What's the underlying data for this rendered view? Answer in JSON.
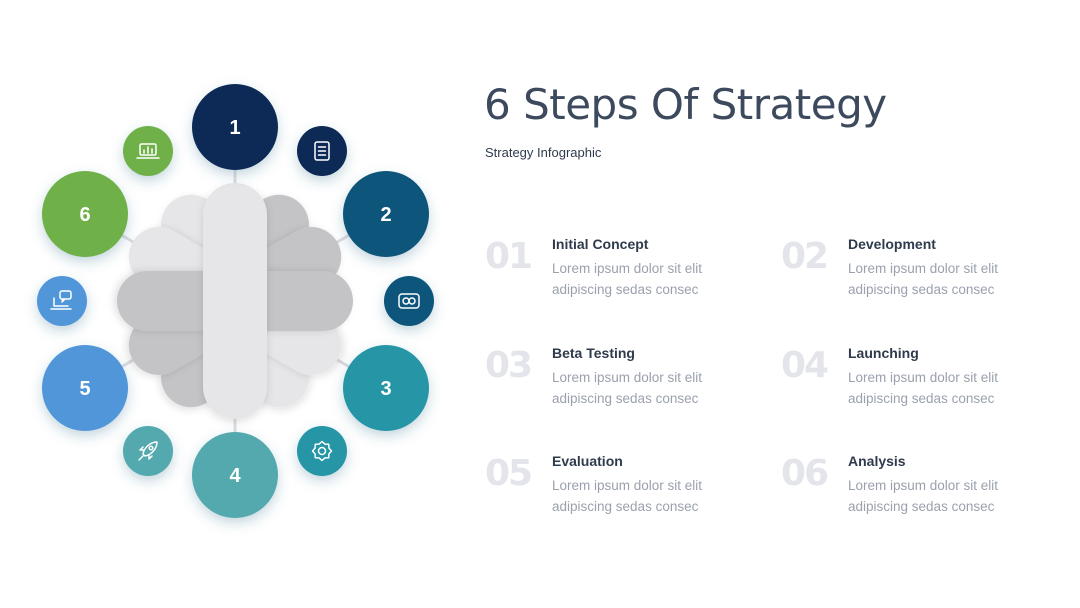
{
  "title": "6 Steps Of Strategy",
  "subtitle": "Strategy Infographic",
  "colors": {
    "step1": "#0e2a57",
    "step2": "#10557a",
    "step3": "#2795a6",
    "step4": "#52a9ad",
    "step5": "#5196d8",
    "step6": "#6fb04a",
    "petal_light": "#e6e6e8",
    "petal_dark": "#c4c4c6"
  },
  "nodes": [
    {
      "label": "1"
    },
    {
      "label": "2"
    },
    {
      "label": "3"
    },
    {
      "label": "4"
    },
    {
      "label": "5"
    },
    {
      "label": "6"
    }
  ],
  "icons": [
    {
      "name": "document-icon",
      "color": "#0e2a57"
    },
    {
      "name": "link-icon",
      "color": "#10557a"
    },
    {
      "name": "gear-icon",
      "color": "#2795a6"
    },
    {
      "name": "rocket-icon",
      "color": "#52a9ad"
    },
    {
      "name": "chat-laptop-icon",
      "color": "#5196d8"
    },
    {
      "name": "laptop-chart-icon",
      "color": "#6fb04a"
    }
  ],
  "steps": [
    {
      "num": "01",
      "title": "Initial Concept",
      "desc": "Lorem ipsum dolor sit elit adipiscing sedas consec"
    },
    {
      "num": "02",
      "title": "Development",
      "desc": "Lorem ipsum dolor sit elit adipiscing sedas consec"
    },
    {
      "num": "03",
      "title": "Beta Testing",
      "desc": "Lorem ipsum dolor sit elit adipiscing sedas consec"
    },
    {
      "num": "04",
      "title": "Launching",
      "desc": "Lorem ipsum dolor sit elit adipiscing sedas consec"
    },
    {
      "num": "05",
      "title": "Evaluation",
      "desc": "Lorem ipsum dolor sit elit adipiscing sedas consec"
    },
    {
      "num": "06",
      "title": "Analysis",
      "desc": "Lorem ipsum dolor sit elit adipiscing sedas consec"
    }
  ]
}
